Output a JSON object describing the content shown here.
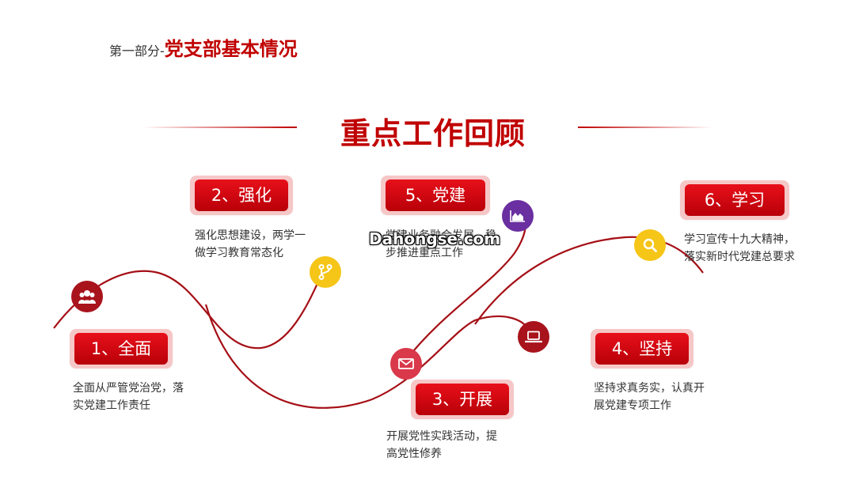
{
  "header": {
    "prefix": "第一部分-",
    "title": "党支部基本情况"
  },
  "page_title": "重点工作回顾",
  "watermark": "Dahongse.com",
  "items": [
    {
      "label": "1、全面",
      "desc": [
        "全面从严管党治党，落",
        "实党建工作责任"
      ],
      "icon": "users-icon",
      "icon_color": "#a8131c"
    },
    {
      "label": "2、强化",
      "desc": [
        "强化思想建设，两学一",
        "做学习教育常态化"
      ],
      "icon": "branch-icon",
      "icon_color": "#f5c518"
    },
    {
      "label": "3、开展",
      "desc": [
        "开展党性实践活动，提",
        "高党性修养"
      ],
      "icon": "mail-icon",
      "icon_color": "#d9394a"
    },
    {
      "label": "4、坚持",
      "desc": [
        "坚持求真务实，认真开",
        "展党建专项工作"
      ],
      "icon": "laptop-icon",
      "icon_color": "#a8131c"
    },
    {
      "label": "5、党建",
      "desc": [
        "党建业务融合发展，稳",
        "步推进重点工作"
      ],
      "icon": "chart-icon",
      "icon_color": "#6a2fa0"
    },
    {
      "label": "6、学习",
      "desc": [
        "学习宣传十九大精神，",
        "落实新时代党建总要求"
      ],
      "icon": "search-icon",
      "icon_color": "#f5c518"
    }
  ],
  "colors": {
    "accent": "#c00000",
    "curve": "#a50f16",
    "label_bg": "#f6c7c7"
  }
}
